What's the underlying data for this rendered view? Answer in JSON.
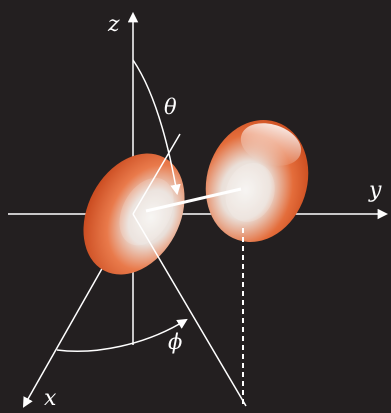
{
  "diagram": {
    "axes": {
      "z_label": "z",
      "y_label": "y",
      "x_label": "x"
    },
    "angles": {
      "theta_label": "θ",
      "phi_label": "ϕ"
    },
    "colors": {
      "background": "#231f20",
      "lines": "#ffffff",
      "lobe_orange": "#e35a24",
      "lobe_light": "#f3f1ee"
    }
  }
}
